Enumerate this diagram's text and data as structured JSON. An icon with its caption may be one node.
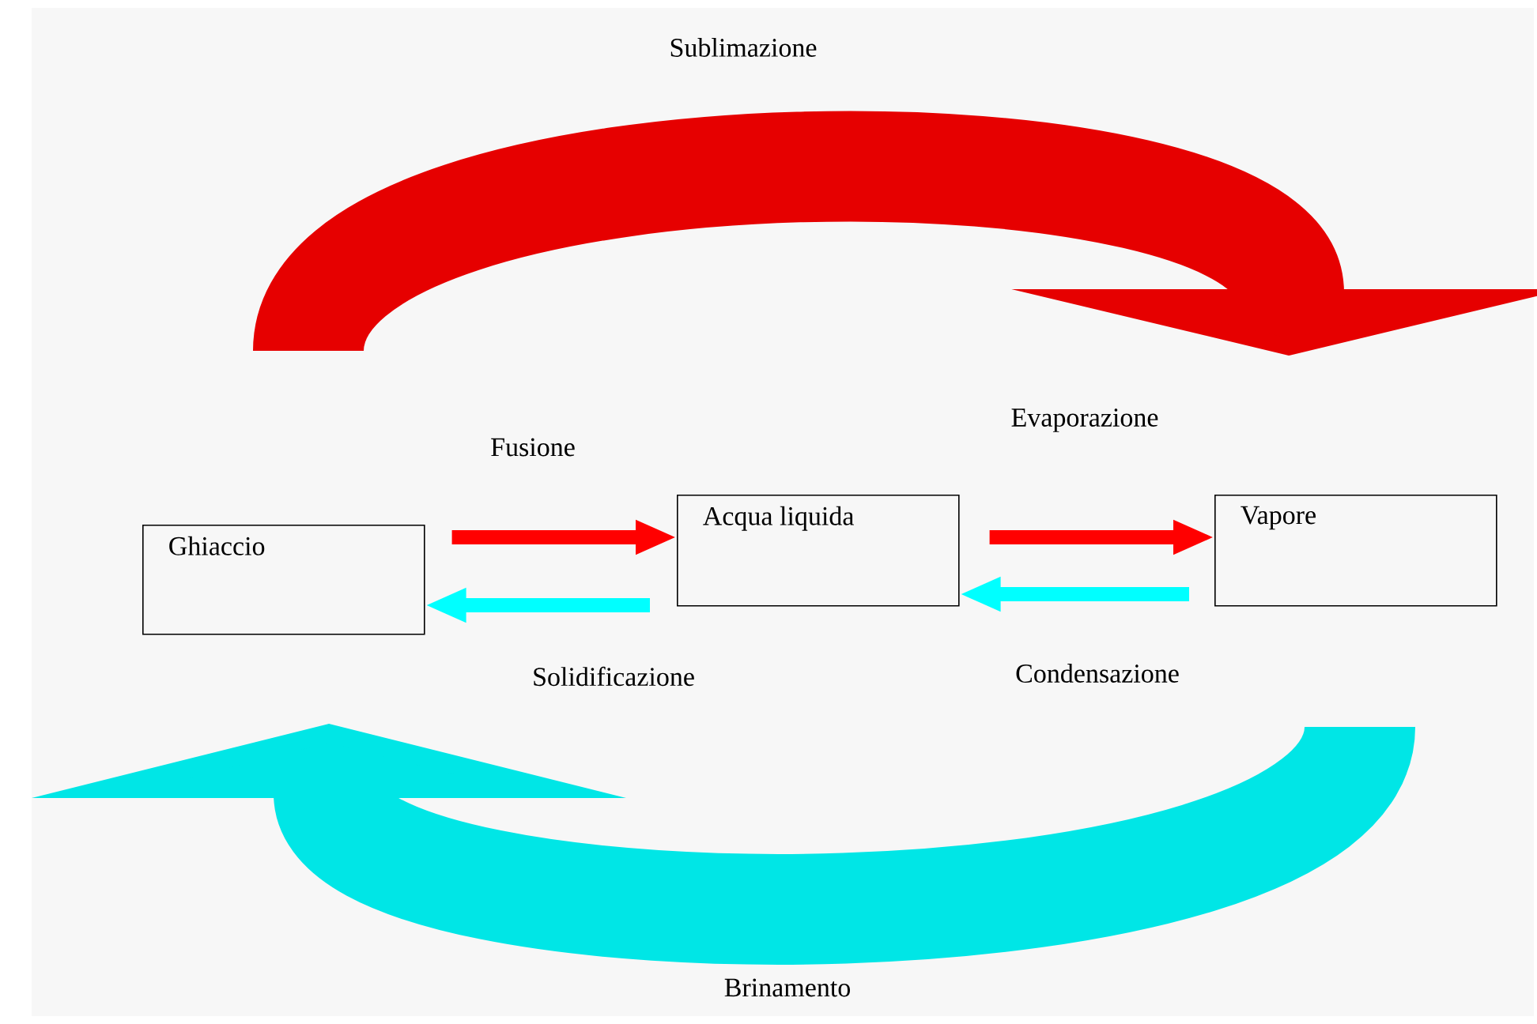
{
  "diagram": {
    "nodes": [
      {
        "text": [
          "Ghiaccio"
        ]
      },
      {
        "text": [
          "Acqua liquida"
        ]
      },
      {
        "text": [
          "Vapore"
        ]
      }
    ],
    "edges": [
      {
        "from": 0,
        "to": 1,
        "arrow": "to",
        "label": "Fusione",
        "color": "#ff0000"
      },
      {
        "from": 1,
        "to": 0,
        "arrow": "to",
        "label": "Solidificazione",
        "color": "#00ffff"
      },
      {
        "from": 1,
        "to": 2,
        "arrow": "to",
        "label": "Evaporazione",
        "color": "#ff0000"
      },
      {
        "from": 2,
        "to": 1,
        "arrow": "to",
        "label": "Condensazione",
        "color": "#00ffff"
      }
    ],
    "labels": [
      "Sublimazione",
      "Brinamento"
    ]
  }
}
